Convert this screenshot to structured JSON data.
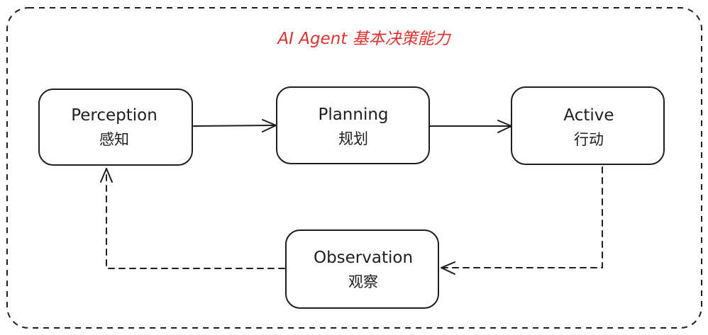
{
  "title": "AI Agent 基本决策能力",
  "colors": {
    "title": "#e03131",
    "stroke": "#1e1e1e",
    "background": "#ffffff"
  },
  "nodes": [
    {
      "id": "perception",
      "label_en": "Perception",
      "label_zh": "感知"
    },
    {
      "id": "planning",
      "label_en": "Planning",
      "label_zh": "规划"
    },
    {
      "id": "active",
      "label_en": "Active",
      "label_zh": "行动"
    },
    {
      "id": "observation",
      "label_en": "Observation",
      "label_zh": "观察"
    }
  ],
  "edges": [
    {
      "from": "perception",
      "to": "planning",
      "style": "solid"
    },
    {
      "from": "planning",
      "to": "active",
      "style": "solid"
    },
    {
      "from": "active",
      "to": "observation",
      "style": "dashed"
    },
    {
      "from": "observation",
      "to": "perception",
      "style": "dashed"
    }
  ]
}
